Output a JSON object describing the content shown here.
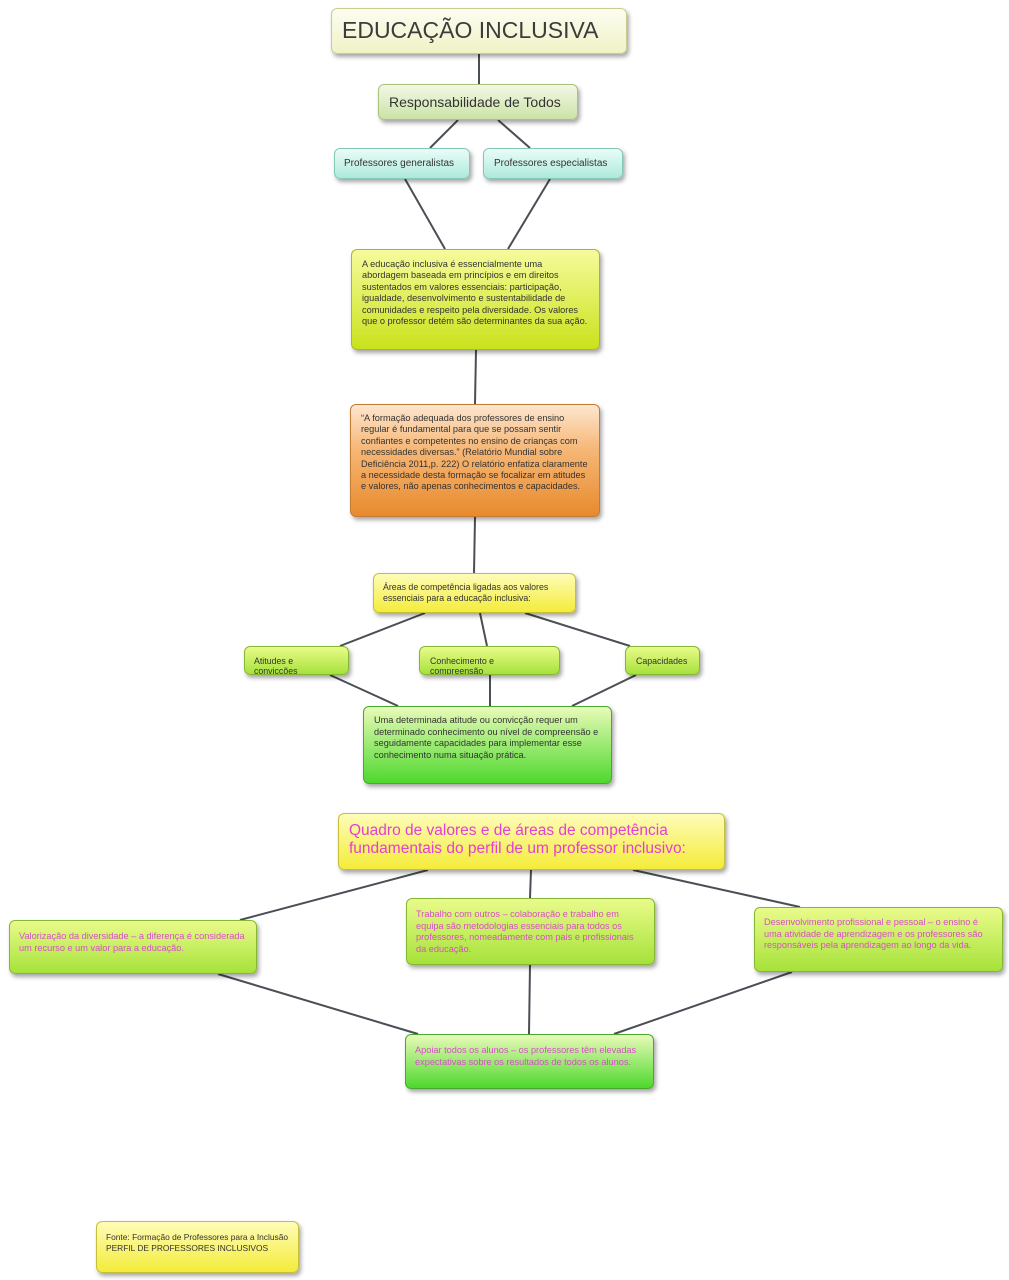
{
  "nodes": {
    "title": "EDUCAÇÃO INCLUSIVA",
    "responsabilidade": "Responsabilidade de Todos",
    "professores_generalistas": "Professores generalistas",
    "professores_especialistas": "Professores especialistas",
    "educacao_inclusiva_desc": "A educação inclusiva é essencialmente uma abordagem baseada em princípios e em direitos sustentados em valores essenciais: participação, igualdade, desenvolvimento e sustentabilidade de comunidades e respeito pela diversidade. Os valores que o professor detém são determinantes da sua ação.",
    "formacao_quote": "“A formação adequada dos professores de ensino regular é fundamental para que se possam sentir confiantes e competentes no ensino de crianças com necessidades diversas.” (Relatório Mundial sobre Deficiência 2011,p. 222) O relatório enfatiza claramente a necessidade desta formação se focalizar em atitudes e valores, não apenas conhecimentos e capacidades.",
    "areas_competencia": "Áreas de competência ligadas aos valores essenciais para a educação inclusiva:",
    "atitudes": "Atitudes e convicções",
    "conhecimento": "Conhecimento e compreensão",
    "capacidades": "Capacidades",
    "atitude_desc": "Uma determinada atitude ou convicção requer um determinado conhecimento ou nível de compreensão e seguidamente capacidades para implementar esse conhecimento numa situação prática.",
    "quadro": "Quadro de valores e de áreas de competência fundamentais do perfil de um professor inclusivo:",
    "valorizacao": "Valorização da diversidade – a diferença é considerada um recurso e um valor para a educação.",
    "trabalho": "Trabalho com outros – colaboração e trabalho em equipa são metodologias essenciais para todos os professores, nomeadamente com pais e profissionais da educação.",
    "desenvolvimento": "Desenvolvimento profissional e pessoal – o ensino é uma atividade de aprendizagem e os professores são responsáveis pela aprendizagem ao longo da vida.",
    "apoiar": "Apoiar todos os alunos – os professores têm elevadas expectativas sobre os resultados de todos os alunos.",
    "fonte_line1": "Fonte: Formação de Professores para a Inclusão",
    "fonte_line2": "PERFIL DE PROFESSORES INCLUSIVOS"
  },
  "colors": {
    "connector": "#4a4f55",
    "magenta_text": "#e33fd2",
    "orange_node": "#e88a2d",
    "lime_node": "#c9e21b",
    "green_node": "#4ed82d",
    "yellow_node": "#f4ec3a",
    "cyan_node": "#aee9dc"
  }
}
